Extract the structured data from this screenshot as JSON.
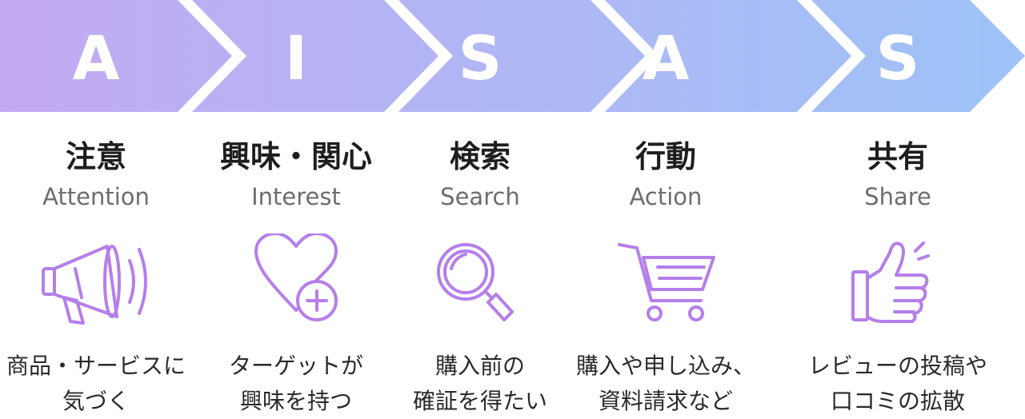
{
  "colors": {
    "gradient_start": "#c3aaf2",
    "gradient_end": "#9dc3f7",
    "icon_stroke": "#b57fea"
  },
  "steps": [
    {
      "letter": "A",
      "jp": "注意",
      "en": "Attention",
      "icon": "megaphone-icon",
      "desc": [
        "商品・サービスに",
        "気づく"
      ]
    },
    {
      "letter": "I",
      "jp": "興味・関心",
      "en": "Interest",
      "icon": "heart-plus-icon",
      "desc": [
        "ターゲットが",
        "興味を持つ"
      ]
    },
    {
      "letter": "S",
      "jp": "検索",
      "en": "Search",
      "icon": "magnifier-icon",
      "desc": [
        "購入前の",
        "確証を得たい"
      ]
    },
    {
      "letter": "A",
      "jp": "行動",
      "en": "Action",
      "icon": "shopping-cart-icon",
      "desc": [
        "購入や申し込み、",
        "資料請求など"
      ]
    },
    {
      "letter": "S",
      "jp": "共有",
      "en": "Share",
      "icon": "thumbs-up-icon",
      "desc": [
        "レビューの投稿や",
        "口コミの拡散"
      ]
    }
  ]
}
